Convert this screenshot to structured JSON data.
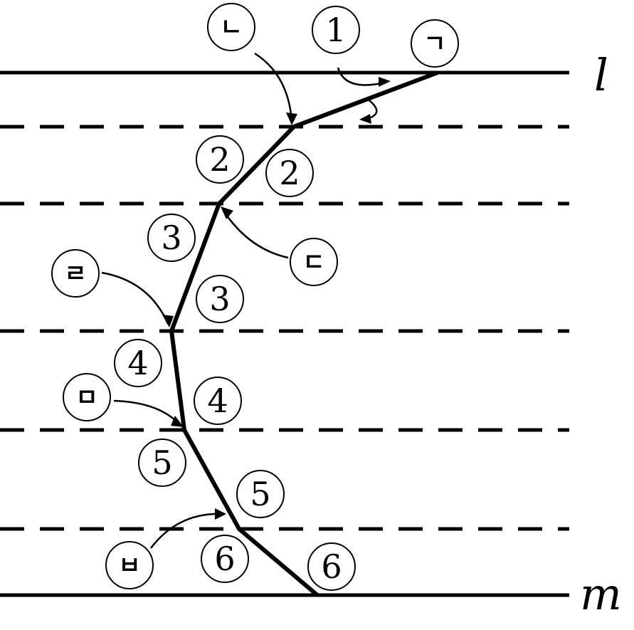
{
  "line_labels": {
    "top": "l",
    "bottom": "m"
  },
  "vertex_labels": [
    "ㄱ",
    "ㄴ",
    "ㄷ",
    "ㄹ",
    "ㅁ",
    "ㅂ"
  ],
  "angle_labels": {
    "a1": "1",
    "a2_left": "2",
    "a2_right": "2",
    "a3_left": "3",
    "a3_right": "3",
    "a4_left": "4",
    "a4_right": "4",
    "a5_left": "5",
    "a5_right": "5",
    "a6_left": "6",
    "a6_right": "6"
  }
}
